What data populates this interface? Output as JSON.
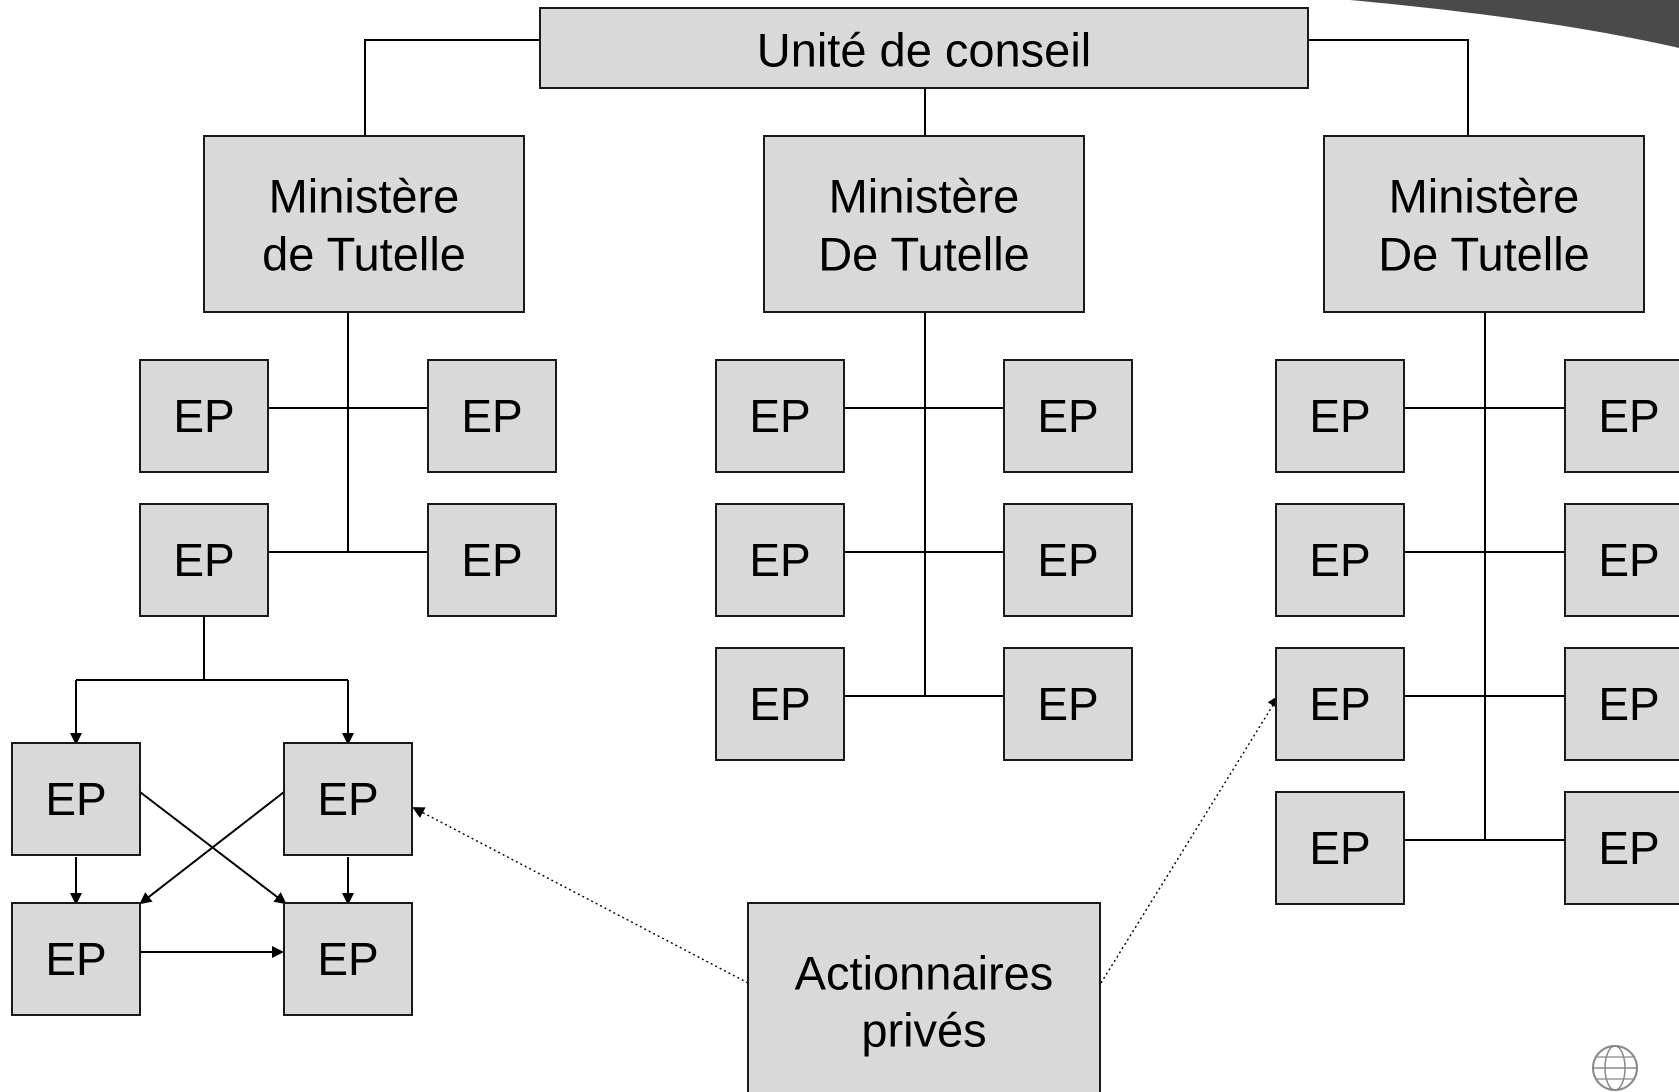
{
  "top": {
    "label": "Unité de conseil"
  },
  "ministries": [
    {
      "line1": "Ministère",
      "line2": "de Tutelle"
    },
    {
      "line1": "Ministère",
      "line2": "De Tutelle"
    },
    {
      "line1": "Ministère",
      "line2": "De Tutelle"
    }
  ],
  "ep_label": "EP",
  "investors": {
    "line1": "Actionnaires",
    "line2": "privés"
  },
  "decorations": {
    "corner_icon": "globe-icon"
  }
}
